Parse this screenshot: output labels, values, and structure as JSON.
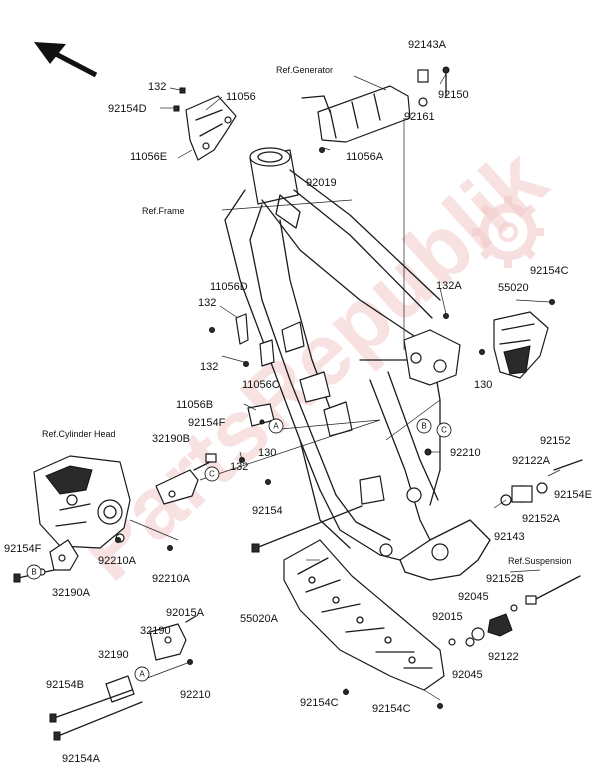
{
  "watermark": "PartsRepublik",
  "icons": {
    "direction_arrow": "arrow-up-left-icon",
    "watermark_logo": "gear-icon"
  },
  "references": {
    "generator": "Ref.Generator",
    "frame": "Ref.Frame",
    "cylinder_head": "Ref.Cylinder Head",
    "suspension": "Ref.Suspension"
  },
  "markers": {
    "a": "A",
    "b": "B",
    "c": "C"
  },
  "parts": {
    "p92143A": "92143A",
    "p92150": "92150",
    "p92161": "92161",
    "p11056A": "11056A",
    "p92019": "92019",
    "p132_top": "132",
    "p11056": "11056",
    "p92154D": "92154D",
    "p11056E": "11056E",
    "p132A": "132A",
    "p92154C_top": "92154C",
    "p55020": "55020",
    "p11056D": "11056D",
    "p132_mid": "132",
    "p132_mid2": "132",
    "p11056C": "11056C",
    "p130_right": "130",
    "p11056B": "11056B",
    "p92154F_mid": "92154F",
    "p32190B": "32190B",
    "p132_low": "132",
    "p130_low": "130",
    "p92210": "92210",
    "p92152": "92152",
    "p92122A": "92122A",
    "p92154E": "92154E",
    "p92152A": "92152A",
    "p92143": "92143",
    "p92154": "92154",
    "p92210A_1": "92210A",
    "p92210A_2": "92210A",
    "p92154F_left": "92154F",
    "p32190A": "32190A",
    "p92015A": "92015A",
    "p32190": "32190",
    "p32190_b": "32190",
    "p92210_low": "92210",
    "p92154B": "92154B",
    "p92154A": "92154A",
    "p55020A": "55020A",
    "p92045_1": "92045",
    "p92015": "92015",
    "p92045_2": "92045",
    "p92122": "92122",
    "p92152B": "92152B",
    "p92154C_low1": "92154C",
    "p92154C_low2": "92154C"
  }
}
